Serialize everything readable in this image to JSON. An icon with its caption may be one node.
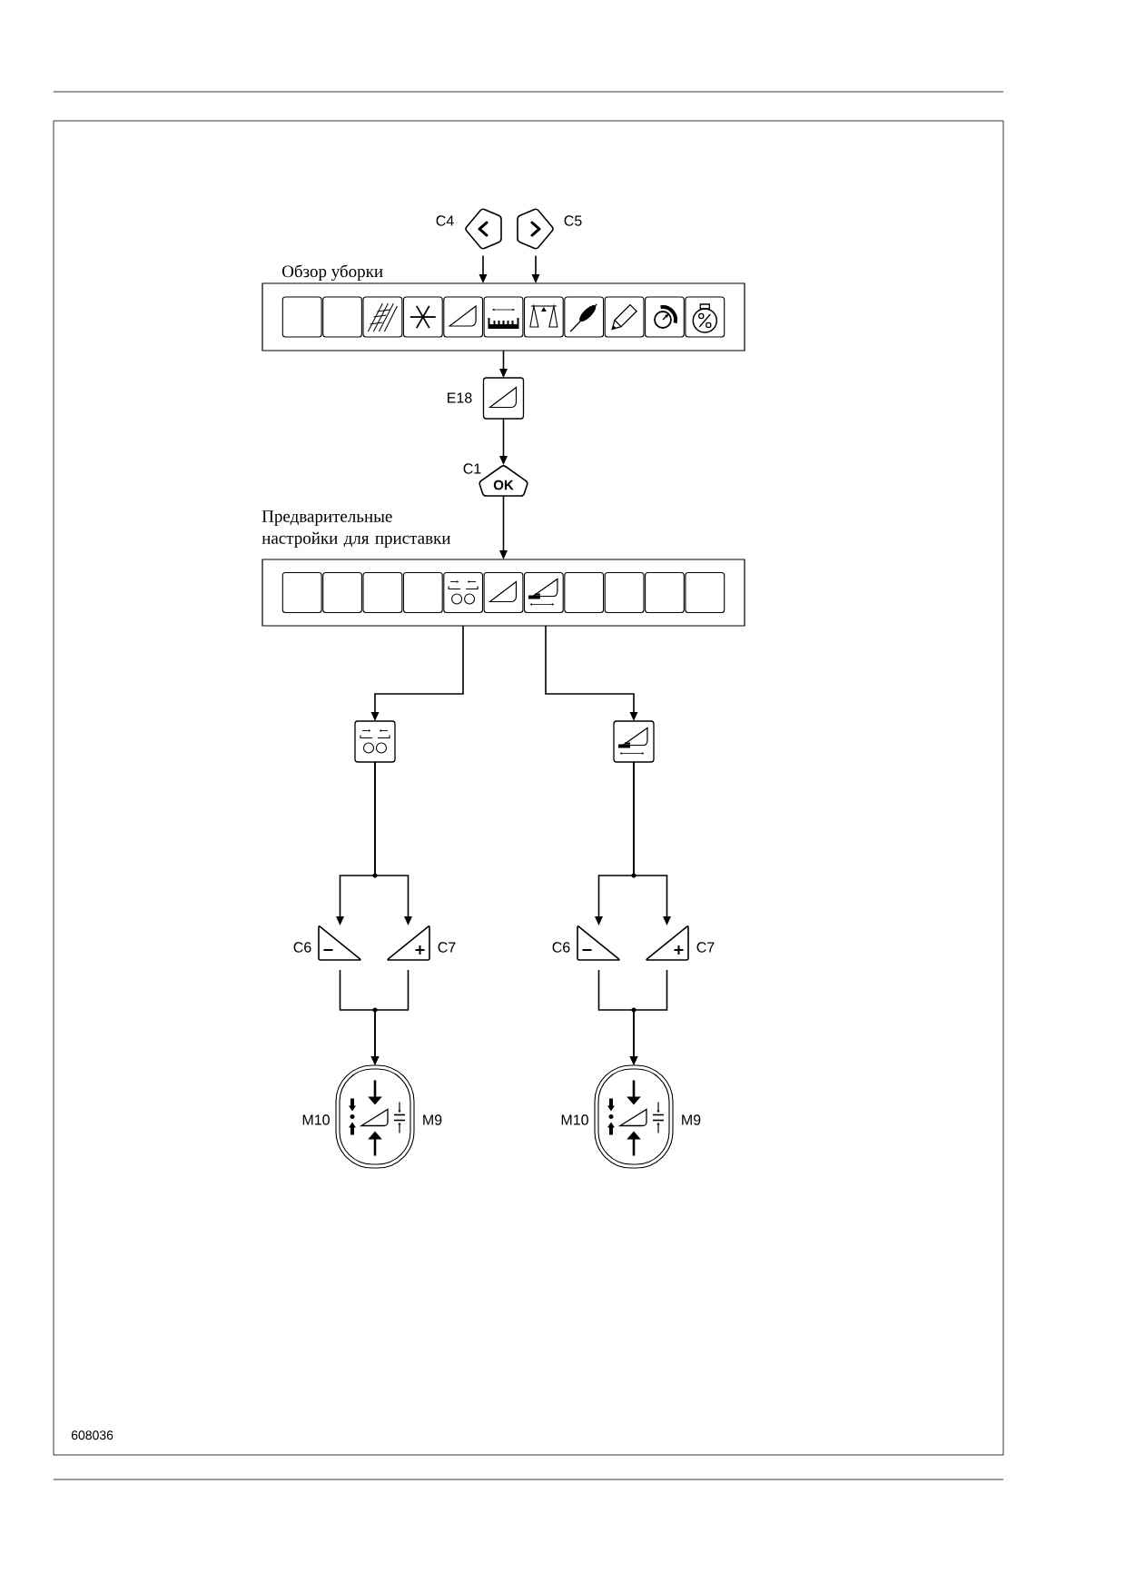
{
  "diagram": {
    "nodes": [
      {
        "text": [],
        "shape": "button",
        "beside": [
          "C4"
        ]
      },
      {
        "text": [],
        "shape": "button",
        "beside": [
          "C5"
        ]
      },
      {
        "text": [
          "Обзор уборки"
        ]
      },
      {
        "text": [],
        "shape": "box",
        "beside": [
          "E18"
        ]
      },
      {
        "text": [
          "OK"
        ],
        "beside": [
          "C1"
        ]
      },
      {
        "text": [
          "Предварительные настройки для приставки"
        ]
      },
      {
        "text": [],
        "shape": "box"
      },
      {
        "text": [],
        "shape": "box"
      },
      {
        "text": [],
        "shape": "triangle",
        "beside": [
          "C6"
        ]
      },
      {
        "text": [],
        "shape": "triangle",
        "beside": [
          "C7"
        ]
      },
      {
        "text": [],
        "shape": "oval",
        "beside": [
          "M10",
          "M9"
        ]
      },
      {
        "text": [],
        "shape": "triangle",
        "beside": [
          "C6"
        ]
      },
      {
        "text": [],
        "shape": "triangle",
        "beside": [
          "C7"
        ]
      },
      {
        "text": [],
        "shape": "oval",
        "beside": [
          "M10",
          "M9"
        ]
      }
    ],
    "edges": [
      {
        "from": 0,
        "to": 2,
        "arrow": "to"
      },
      {
        "from": 1,
        "to": 2,
        "arrow": "to"
      },
      {
        "from": 2,
        "to": 3,
        "arrow": "to"
      },
      {
        "from": 3,
        "to": 4,
        "arrow": "to"
      },
      {
        "from": 4,
        "to": 5,
        "arrow": "to"
      },
      {
        "from": 5,
        "to": 6,
        "arrow": "to"
      },
      {
        "from": 5,
        "to": 7,
        "arrow": "to"
      },
      {
        "from": 6,
        "to": 8,
        "arrow": "to"
      },
      {
        "from": 6,
        "to": 9,
        "arrow": "to"
      },
      {
        "from": 8,
        "to": 10,
        "arrow": "to"
      },
      {
        "from": 9,
        "to": 10,
        "arrow": "to"
      },
      {
        "from": 7,
        "to": 11,
        "arrow": "to"
      },
      {
        "from": 7,
        "to": 12,
        "arrow": "to"
      },
      {
        "from": 11,
        "to": 13,
        "arrow": "to"
      },
      {
        "from": 12,
        "to": 13,
        "arrow": "to"
      }
    ],
    "labels": [
      "608036"
    ]
  }
}
